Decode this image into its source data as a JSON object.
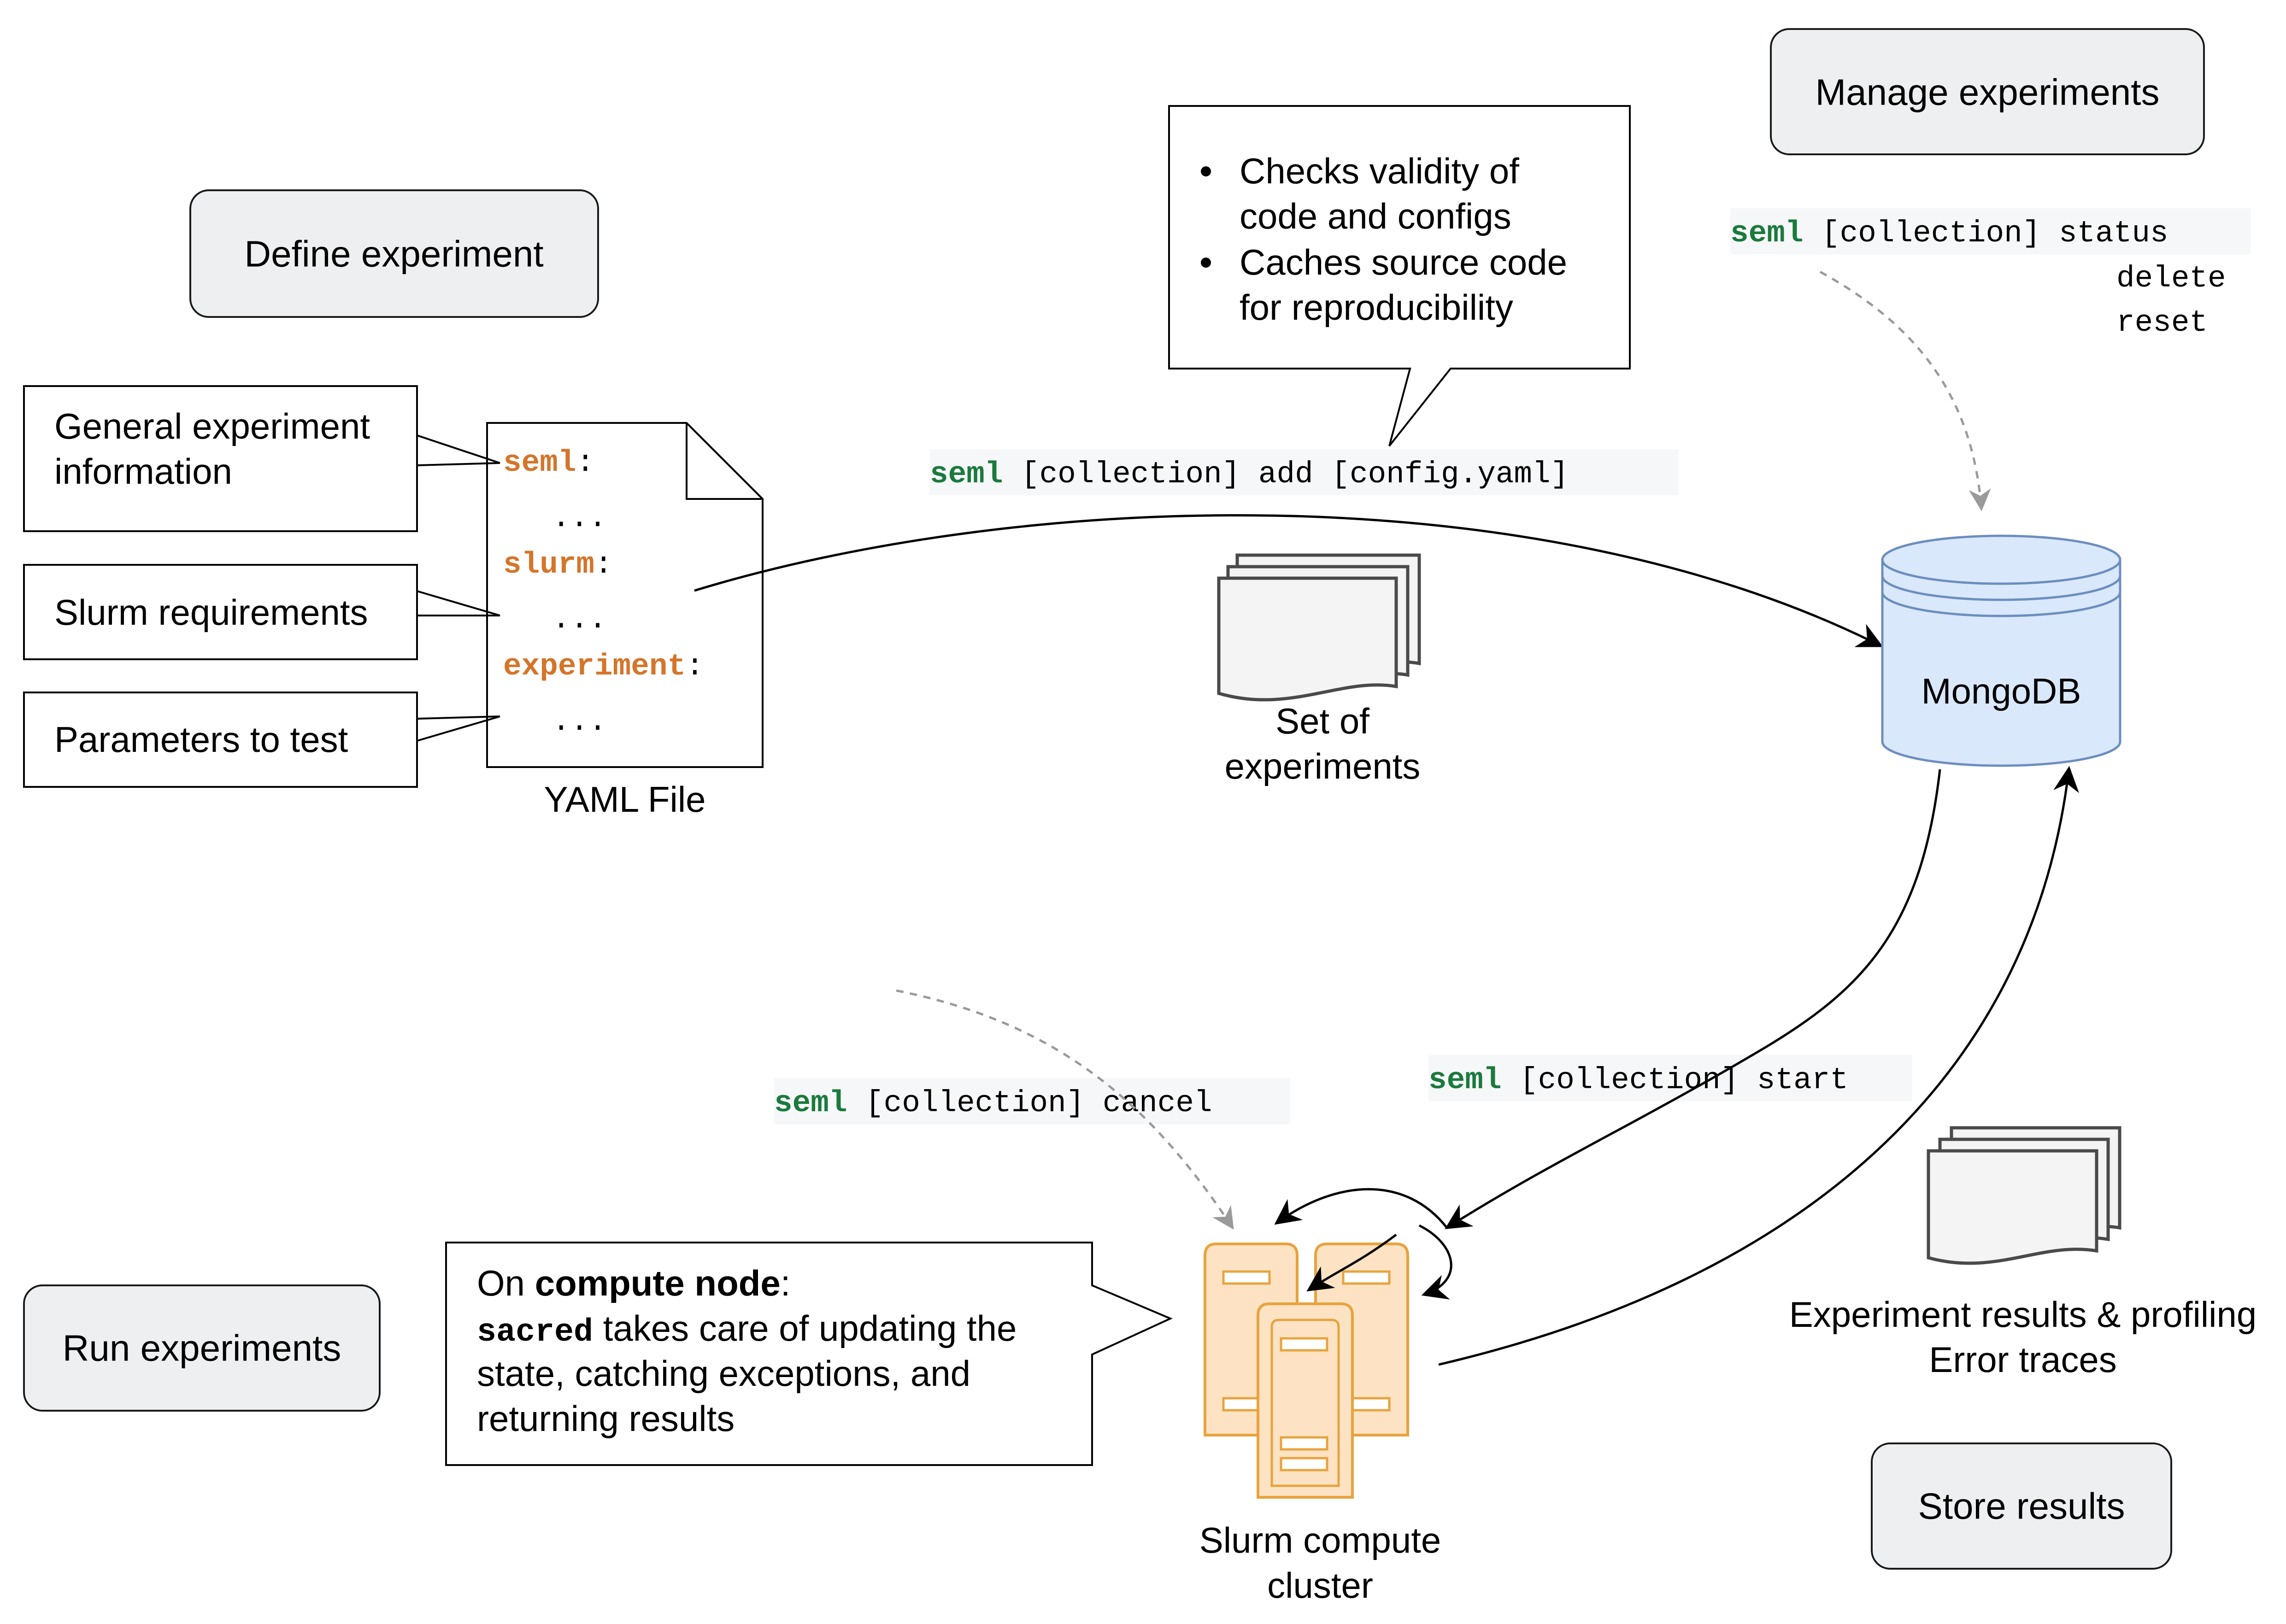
{
  "phases": {
    "define": "Define experiment",
    "manage": "Manage experiments",
    "run": "Run experiments",
    "store": "Store results"
  },
  "yaml": {
    "caption": "YAML File",
    "lines": [
      {
        "key": "seml",
        "suffix": ":"
      },
      {
        "key": "",
        "suffix": "..."
      },
      {
        "key": "slurm",
        "suffix": ":"
      },
      {
        "key": "",
        "suffix": "..."
      },
      {
        "key": "experiment",
        "suffix": ":"
      },
      {
        "key": "",
        "suffix": "..."
      }
    ]
  },
  "annotations": {
    "general": [
      "General experiment",
      "information"
    ],
    "slurm": "Slurm requirements",
    "params": "Parameters to test"
  },
  "add_callout": {
    "bullets": [
      [
        "Checks validity of",
        "code and configs"
      ],
      [
        "Caches source code",
        "for reproducibility"
      ]
    ]
  },
  "commands": {
    "add": {
      "cmd": "seml",
      "rest": " [collection] add [config.yaml]"
    },
    "manage": {
      "cmd": "seml",
      "rest": " [collection] ",
      "options": [
        "status",
        "delete",
        "reset"
      ]
    },
    "start": {
      "cmd": "seml",
      "rest": " [collection] start"
    },
    "cancel": {
      "cmd": "seml",
      "rest": " [collection] cancel"
    }
  },
  "set_of_experiments": [
    "Set of",
    "experiments"
  ],
  "mongodb": "MongoDB",
  "cluster": [
    "Slurm compute",
    "cluster"
  ],
  "results": [
    "Experiment results & profiling",
    "Error traces"
  ],
  "compute_callout": {
    "line1_pre": "On ",
    "line1_bold": "compute node",
    "line1_post": ":",
    "line2_code": "sacred",
    "line2_rest": " takes care of updating the",
    "line3": "state, catching exceptions, and",
    "line4": "returning results"
  },
  "colors": {
    "seml_green": "#1a7a3c",
    "yaml_key_orange": "#d4752a",
    "phase_fill": "#eeeff1",
    "db_fill": "#dae8fc",
    "db_stroke": "#6c8ebf",
    "server_fill": "#fde3c4",
    "server_stroke": "#e8a33d",
    "code_bg": "#f6f7f9"
  }
}
